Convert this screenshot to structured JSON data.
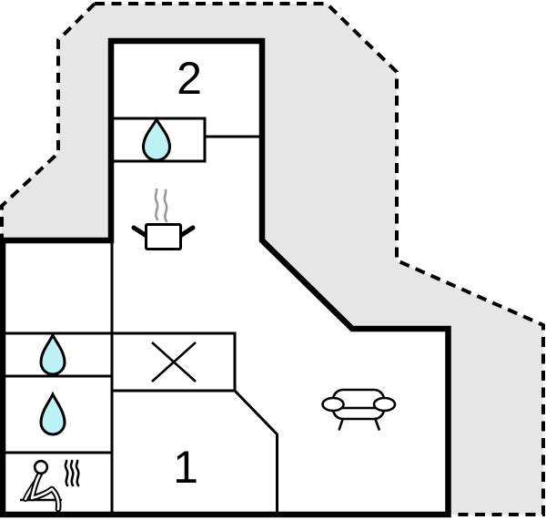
{
  "plan": {
    "type": "floor-plan",
    "room_labels": {
      "upper": "2",
      "lower": "1"
    },
    "colors": {
      "background": "#ffffff",
      "outdoor_area_fill": "#e6e6e6",
      "line": "#000000",
      "water_drop_fill": "#bdf2f4",
      "pot_steam": "#999999"
    },
    "icons": {
      "upper_bathroom": "water-drop-icon",
      "left_bathroom_1": "water-drop-icon",
      "left_bathroom_2": "water-drop-icon",
      "kitchen": "cooking-pot-steam-icon",
      "dining_area": "x-table-icon",
      "living_area": "sofa-icon",
      "sauna": "sauna-person-steam-icon"
    }
  }
}
